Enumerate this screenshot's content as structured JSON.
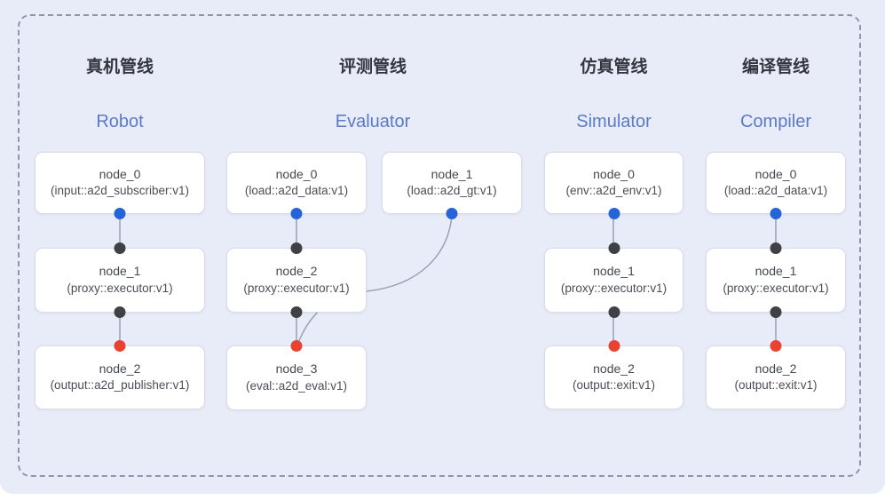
{
  "colors": {
    "background": "#e8ecf8",
    "frame_dash": "#8f96a7",
    "box_bg": "#ffffff",
    "box_border": "#d9dce4",
    "edge_line": "#99a2b2",
    "dot_blue": "#2563d9",
    "dot_dark": "#3f4145",
    "dot_red": "#e8432e",
    "title_zh_color": "#33363f",
    "title_en_color": "#5b7ac6"
  },
  "pipelines": [
    {
      "title_zh": "真机管线",
      "title_en": "Robot",
      "nodes": [
        {
          "name": "node_0",
          "type": "(input::a2d_subscriber:v1)"
        },
        {
          "name": "node_1",
          "type": "(proxy::executor:v1)"
        },
        {
          "name": "node_2",
          "type": "(output::a2d_publisher:v1)"
        }
      ]
    },
    {
      "title_zh": "评测管线",
      "title_en": "Evaluator",
      "nodes": [
        {
          "name": "node_0",
          "type": "(load::a2d_data:v1)"
        },
        {
          "name": "node_1",
          "type": "(load::a2d_gt:v1)"
        },
        {
          "name": "node_2",
          "type": "(proxy::executor:v1)"
        },
        {
          "name": "node_3",
          "type": "(eval::a2d_eval:v1)"
        }
      ]
    },
    {
      "title_zh": "仿真管线",
      "title_en": "Simulator",
      "nodes": [
        {
          "name": "node_0",
          "type": "(env::a2d_env:v1)"
        },
        {
          "name": "node_1",
          "type": "(proxy::executor:v1)"
        },
        {
          "name": "node_2",
          "type": "(output::exit:v1)"
        }
      ]
    },
    {
      "title_zh": "编译管线",
      "title_en": "Compiler",
      "nodes": [
        {
          "name": "node_0",
          "type": "(load::a2d_data:v1)"
        },
        {
          "name": "node_1",
          "type": "(proxy::executor:v1)"
        },
        {
          "name": "node_2",
          "type": "(output::exit:v1)"
        }
      ]
    }
  ]
}
